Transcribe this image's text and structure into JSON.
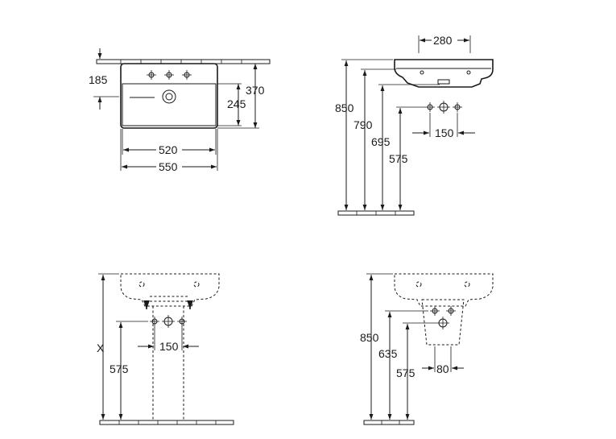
{
  "top_view": {
    "depth_to_tap_axis": "185",
    "overall_depth": "370",
    "inner_depth": "245",
    "inner_width": "520",
    "overall_width": "550"
  },
  "side_view": {
    "top_width": "280",
    "height_rim": "850",
    "height_underside": "790",
    "height_waste": "695",
    "height_supply": "575",
    "supply_spacing": "150"
  },
  "front_pedestal": {
    "height_variable": "X",
    "height_supply": "575",
    "supply_spacing": "150"
  },
  "front_semi_pedestal": {
    "height_rim": "850",
    "height_trap": "635",
    "height_supply": "575",
    "supply_spacing": "80"
  }
}
